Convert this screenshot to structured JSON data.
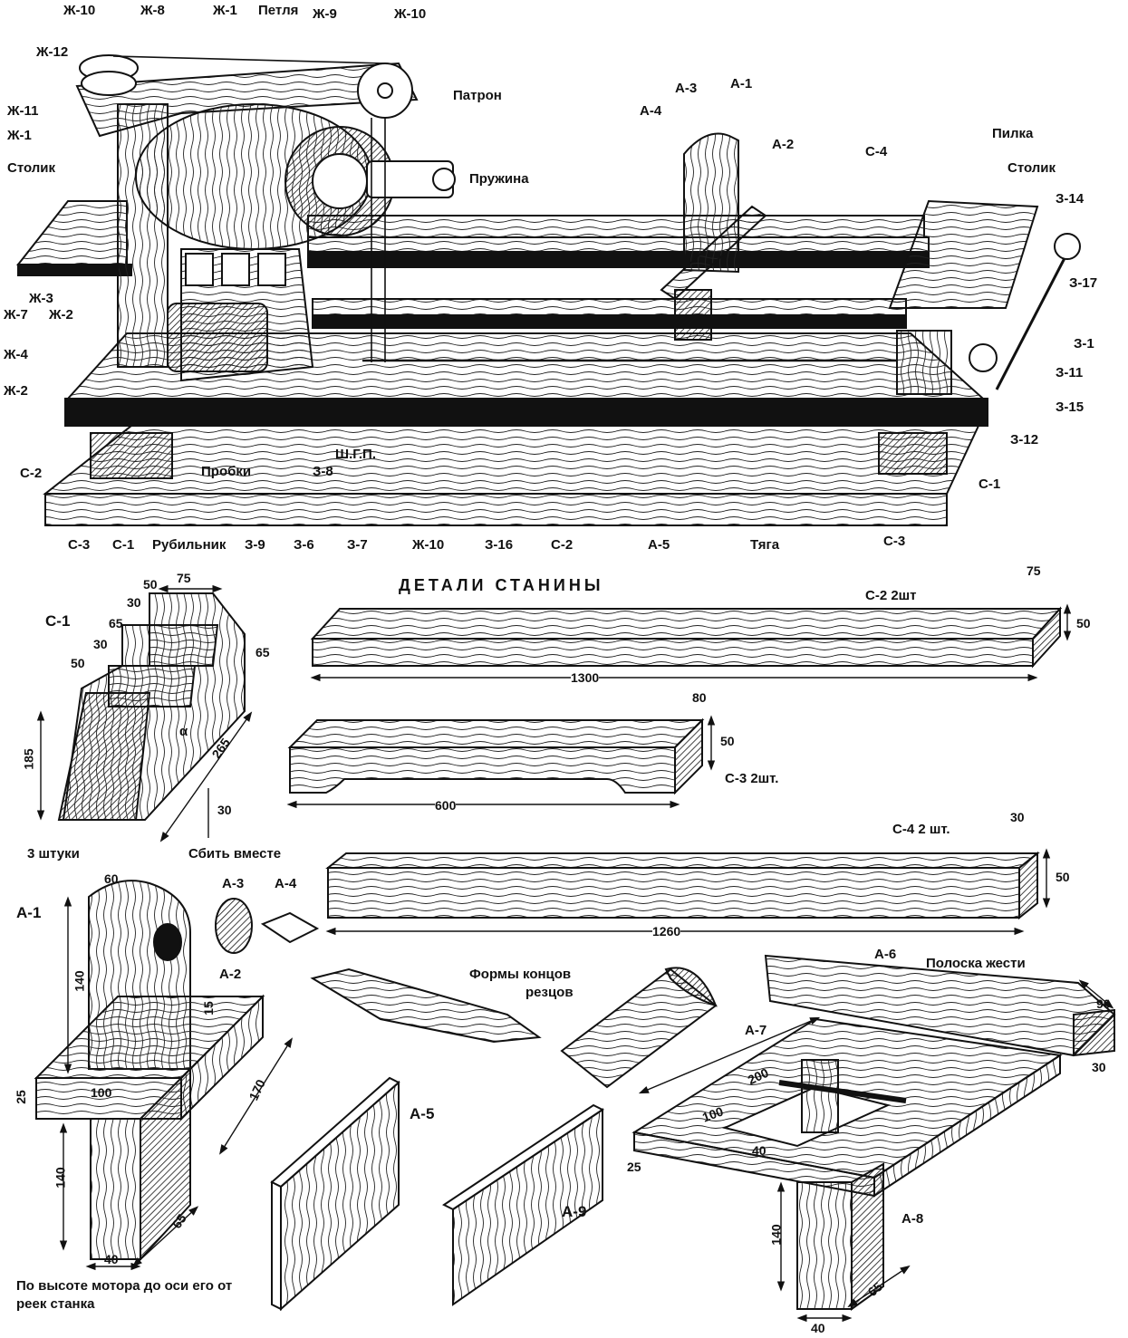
{
  "top": {
    "zh10a": "Ж-10",
    "zh8": "Ж-8",
    "zh1a": "Ж-1",
    "loop": "Петля",
    "zh9": "Ж-9",
    "zh10b": "Ж-10",
    "zh12": "Ж-12",
    "zh11": "Ж-11",
    "zh1b": "Ж-1",
    "table_left": "Столик",
    "chuck": "Патрон",
    "spring": "Пружина",
    "a4": "А-4",
    "a3": "А-3",
    "a1": "А-1",
    "a2": "А-2",
    "c4": "С-4",
    "saw": "Пилка",
    "table_right": "Столик",
    "z14": "З-14",
    "z17": "З-17",
    "zh3": "Ж-3",
    "zh7": "Ж-7",
    "zh2a": "Ж-2",
    "zh4": "Ж-4",
    "zh2b": "Ж-2",
    "z1": "З-1",
    "z11": "З-11",
    "z15": "З-15",
    "z12": "З-12",
    "c1r": "С-1",
    "c2": "С-2",
    "plugs": "Пробки",
    "z8": "З-8",
    "shgp": "Ш.Г.П.",
    "bottom": [
      "С-3",
      "С-1",
      "Рубильник",
      "З-9",
      "З-6",
      "З-7",
      "Ж-10",
      "З-16",
      "С-2",
      "А-5",
      "Тяга",
      "С-3"
    ]
  },
  "frame": {
    "title": "ДЕТАЛИ СТАНИНЫ",
    "c2_label": "С-2  2шт",
    "c2_len": "1300",
    "c2_w": "75",
    "c2_h": "50",
    "c3_label": "С-3  2шт.",
    "c3_len": "600",
    "c3_w": "80",
    "c3_h": "50",
    "c4_label": "С-4 2 шт.",
    "c4_len": "1260",
    "c4_w": "30",
    "c4_h": "50"
  },
  "c1": {
    "label": "С-1",
    "d50a": "50",
    "d75": "75",
    "d30a": "30",
    "d65a": "65",
    "d30b": "30",
    "d50b": "50",
    "d65b": "65",
    "d185": "185",
    "d265": "265",
    "d30c": "30",
    "alpha": "α",
    "note_a": "3 штуки",
    "note_b": "Сбить вместе"
  },
  "a1": {
    "label": "А-1",
    "d60": "60",
    "d140a": "140",
    "d15": "15",
    "d25": "25",
    "d100": "100",
    "d170": "170",
    "d140b": "140",
    "d65": "65",
    "d40": "40",
    "a3": "А-3",
    "a4": "А-4",
    "a2": "А-2",
    "note": "По высоте мотора до оси его от реек станка"
  },
  "tools": {
    "title_a": "Формы концов",
    "title_b": "резцов"
  },
  "a5": "А-5",
  "a9": "А-9",
  "a6": {
    "label": "А-6",
    "tin": "Полоска жести",
    "d90": "90",
    "d30": "30",
    "a7": "А-7",
    "d200": "200",
    "d100": "100",
    "d40a": "40",
    "d25": "25",
    "a8": "А-8",
    "d140": "140",
    "d65": "65",
    "d40b": "40"
  },
  "colors": {
    "ink": "#111111",
    "paper": "#ffffff"
  }
}
